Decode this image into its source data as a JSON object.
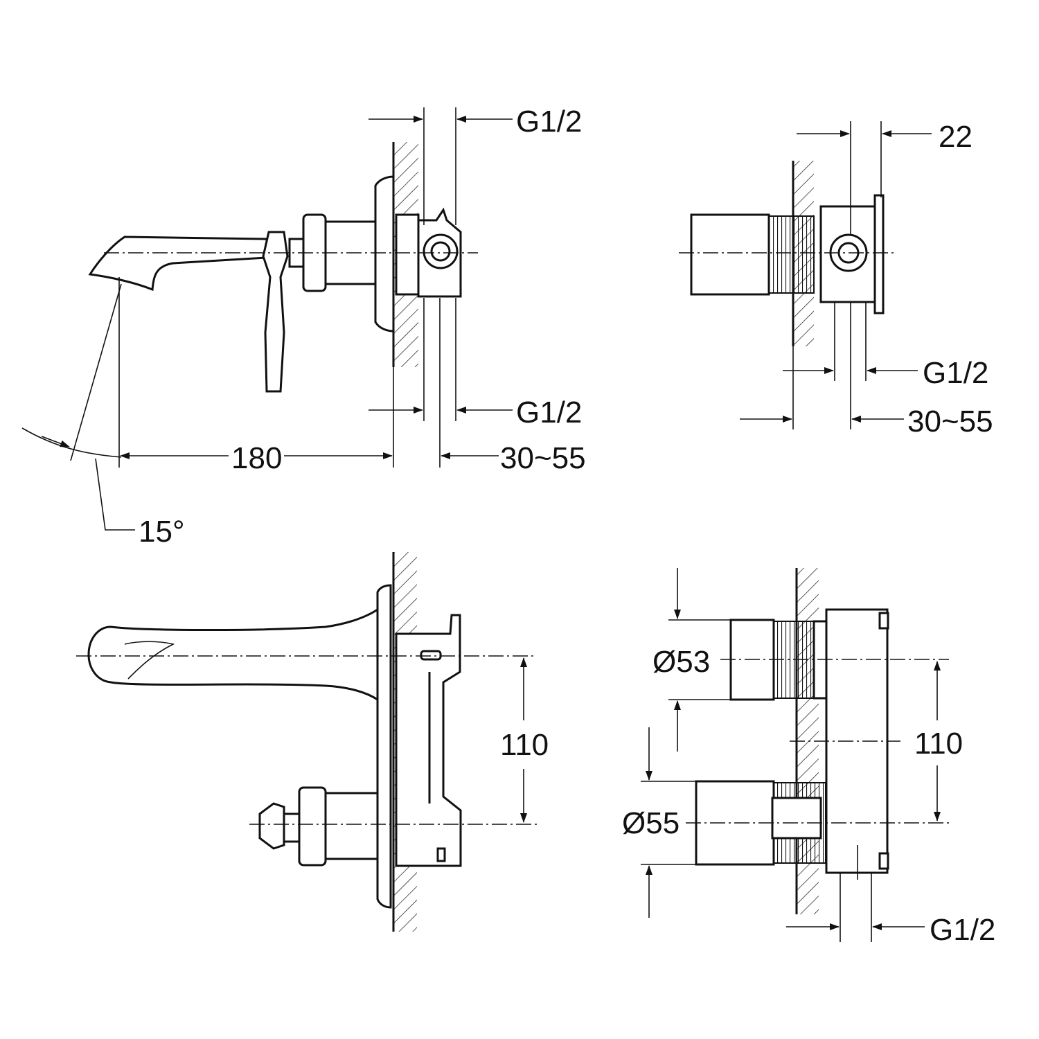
{
  "labels": {
    "tl_g12_top": "G1/2",
    "tl_g12_bottom": "G1/2",
    "tl_180": "180",
    "tl_30_55": "30~55",
    "tl_15deg": "15°",
    "tr_22": "22",
    "tr_g12": "G1/2",
    "tr_30_55": "30~55",
    "bl_110": "110",
    "br_d53": "Ø53",
    "br_110": "110",
    "br_d55": "Ø55",
    "br_g12": "G1/2"
  }
}
